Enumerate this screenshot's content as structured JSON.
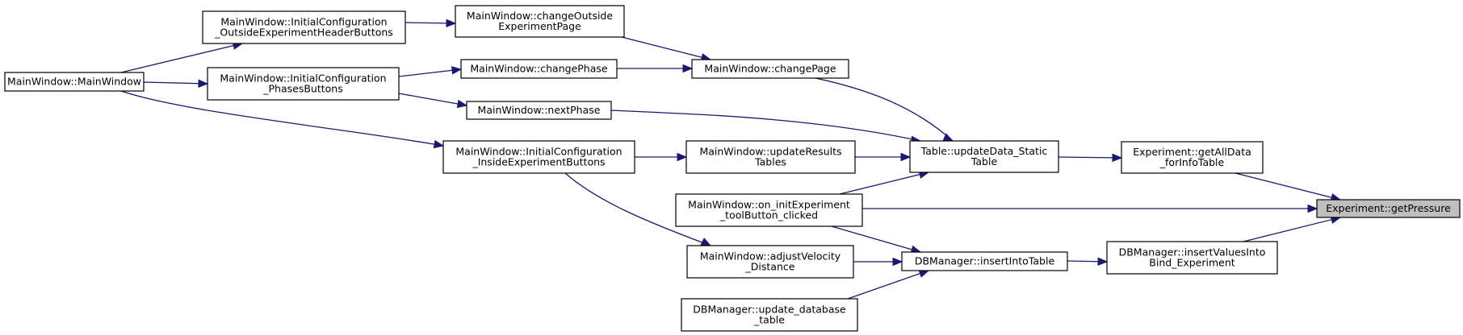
{
  "diagram": {
    "type": "caller-graph",
    "colors": {
      "edge": "#191970",
      "highlight_node_fill": "#bfbfbf",
      "node_fill": "#ffffff",
      "node_border": "#000000"
    },
    "nodes": [
      {
        "id": "mw_main",
        "lines": [
          "MainWindow::MainWindow"
        ]
      },
      {
        "id": "mw_init_outside",
        "lines": [
          "MainWindow::InitialConfiguration",
          "_OutsideExperimentHeaderButtons"
        ]
      },
      {
        "id": "mw_init_phases",
        "lines": [
          "MainWindow::InitialConfiguration",
          "_PhasesButtons"
        ]
      },
      {
        "id": "mw_init_inside",
        "lines": [
          "MainWindow::InitialConfiguration",
          "_InsideExperimentButtons"
        ]
      },
      {
        "id": "mw_change_outside",
        "lines": [
          "MainWindow::changeOutside",
          "ExperimentPage"
        ]
      },
      {
        "id": "mw_change_phase",
        "lines": [
          "MainWindow::changePhase"
        ]
      },
      {
        "id": "mw_next_phase",
        "lines": [
          "MainWindow::nextPhase"
        ]
      },
      {
        "id": "mw_update_results",
        "lines": [
          "MainWindow::updateResults",
          "Tables"
        ]
      },
      {
        "id": "mw_on_init",
        "lines": [
          "MainWindow::on_initExperiment",
          "_toolButton_clicked"
        ]
      },
      {
        "id": "mw_adjust_velocity",
        "lines": [
          "MainWindow::adjustVelocity",
          "_Distance"
        ]
      },
      {
        "id": "db_update_db",
        "lines": [
          "DBManager::update_database",
          "_table"
        ]
      },
      {
        "id": "mw_change_page",
        "lines": [
          "MainWindow::changePage"
        ]
      },
      {
        "id": "tbl_update_static",
        "lines": [
          "Table::updateData_Static",
          "Table"
        ]
      },
      {
        "id": "db_insert_into_table",
        "lines": [
          "DBManager::insertIntoTable"
        ]
      },
      {
        "id": "exp_get_all_data",
        "lines": [
          "Experiment::getAllData",
          "_forInfoTable"
        ]
      },
      {
        "id": "db_insert_values_bind",
        "lines": [
          "DBManager::insertValuesInto",
          "Bind_Experiment"
        ]
      },
      {
        "id": "exp_get_pressure",
        "lines": [
          "Experiment::getPressure"
        ],
        "highlighted": true
      }
    ],
    "edges": [
      {
        "from": "mw_init_outside",
        "to": "mw_main"
      },
      {
        "from": "mw_init_phases",
        "to": "mw_main"
      },
      {
        "from": "mw_init_inside",
        "to": "mw_main"
      },
      {
        "from": "mw_change_outside",
        "to": "mw_init_outside"
      },
      {
        "from": "mw_change_phase",
        "to": "mw_init_phases"
      },
      {
        "from": "mw_next_phase",
        "to": "mw_init_phases"
      },
      {
        "from": "mw_update_results",
        "to": "mw_init_inside"
      },
      {
        "from": "mw_adjust_velocity",
        "to": "mw_init_inside"
      },
      {
        "from": "mw_change_page",
        "to": "mw_change_outside"
      },
      {
        "from": "mw_change_page",
        "to": "mw_change_phase"
      },
      {
        "from": "tbl_update_static",
        "to": "mw_change_page"
      },
      {
        "from": "tbl_update_static",
        "to": "mw_next_phase"
      },
      {
        "from": "tbl_update_static",
        "to": "mw_update_results"
      },
      {
        "from": "tbl_update_static",
        "to": "mw_on_init"
      },
      {
        "from": "db_insert_into_table",
        "to": "mw_on_init"
      },
      {
        "from": "db_insert_into_table",
        "to": "mw_adjust_velocity"
      },
      {
        "from": "db_insert_into_table",
        "to": "db_update_db"
      },
      {
        "from": "exp_get_all_data",
        "to": "tbl_update_static"
      },
      {
        "from": "db_insert_values_bind",
        "to": "db_insert_into_table"
      },
      {
        "from": "exp_get_pressure",
        "to": "exp_get_all_data"
      },
      {
        "from": "exp_get_pressure",
        "to": "mw_on_init"
      },
      {
        "from": "exp_get_pressure",
        "to": "db_insert_values_bind"
      }
    ]
  }
}
